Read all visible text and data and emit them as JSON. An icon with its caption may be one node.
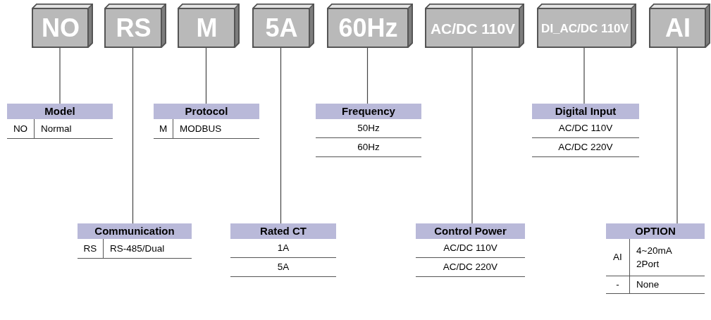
{
  "diagram": {
    "nodes": [
      {
        "text": [
          "NO"
        ]
      },
      {
        "text": [
          "RS"
        ]
      },
      {
        "text": [
          "M"
        ]
      },
      {
        "text": [
          "5A"
        ]
      },
      {
        "text": [
          "60Hz"
        ]
      },
      {
        "text": [
          "AC/DC 110V"
        ]
      },
      {
        "text": [
          "DI_AC/DC 110V"
        ]
      },
      {
        "text": [
          "AI"
        ]
      },
      {
        "text": [
          "Model"
        ],
        "beside": [
          "NO",
          "Normal"
        ]
      },
      {
        "text": [
          "Communication"
        ],
        "beside": [
          "RS",
          "RS-485/Dual"
        ]
      },
      {
        "text": [
          "Protocol"
        ],
        "beside": [
          "M",
          "MODBUS"
        ]
      },
      {
        "text": [
          "Rated CT"
        ],
        "beside": [
          "1A",
          "5A"
        ]
      },
      {
        "text": [
          "Frequency"
        ],
        "beside": [
          "50Hz",
          "60Hz"
        ]
      },
      {
        "text": [
          "Control Power"
        ],
        "beside": [
          "AC/DC 110V",
          "AC/DC 220V"
        ]
      },
      {
        "text": [
          "Digital Input"
        ],
        "beside": [
          "AC/DC 110V",
          "AC/DC 220V"
        ]
      },
      {
        "text": [
          "OPTION"
        ],
        "beside": [
          "AI",
          "4~20mA 2Port",
          "-",
          "None"
        ]
      }
    ],
    "edges": [
      {
        "from": 0,
        "to": 8,
        "arrow": "none"
      },
      {
        "from": 1,
        "to": 9,
        "arrow": "none"
      },
      {
        "from": 2,
        "to": 10,
        "arrow": "none"
      },
      {
        "from": 3,
        "to": 11,
        "arrow": "none"
      },
      {
        "from": 4,
        "to": 12,
        "arrow": "none"
      },
      {
        "from": 5,
        "to": 13,
        "arrow": "none"
      },
      {
        "from": 6,
        "to": 14,
        "arrow": "none"
      },
      {
        "from": 7,
        "to": 15,
        "arrow": "none"
      }
    ]
  }
}
